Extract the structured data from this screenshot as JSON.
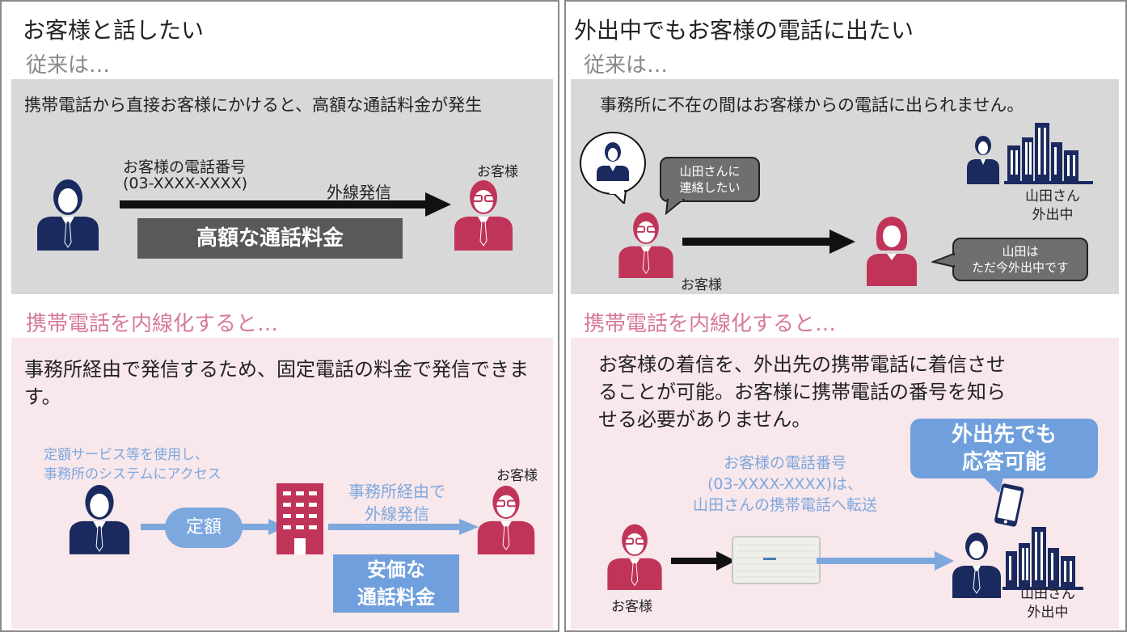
{
  "left": {
    "title": "お客様と話したい",
    "before_label": "従来は…",
    "before_desc": "携帯電話から直接お客様にかけると、高額な通話料金が発生",
    "number_label_1": "お客様の電話番号",
    "number_label_2": "(03-XXXX-XXXX)",
    "outgoing_label": "外線発信",
    "customer_label_top": "お客様",
    "expensive_banner": "高額な通話料金",
    "after_label": "携帯電話を内線化すると…",
    "after_desc": "事務所経由で発信するため、固定電話の料金で発信できます。",
    "service_note_1": "定額サービス等を使用し、",
    "service_note_2": "事務所のシステムにアクセス",
    "flat_rate_pill": "定額",
    "via_office_1": "事務所経由で",
    "via_office_2": "外線発信",
    "customer_label_bottom": "お客様",
    "cheap_banner_1": "安価な",
    "cheap_banner_2": "通話料金"
  },
  "right": {
    "title": "外出中でもお客様の電話に出たい",
    "before_label": "従来は…",
    "before_desc": "事務所に不在の間はお客様からの電話に出られません。",
    "bubble_customer_1": "山田さんに",
    "bubble_customer_2": "連絡したい",
    "yamada_out_1": "山田さん",
    "yamada_out_2": "外出中",
    "customer_label_mid": "お客様",
    "bubble_staff_1": "山田は",
    "bubble_staff_2": "ただ今外出中です",
    "after_label": "携帯電話を内線化すると…",
    "after_desc_1": "お客様の着信を、外出先の携帯電話に着信させ",
    "after_desc_2": "ることが可能。お客様に携帯電話の番号を知ら",
    "after_desc_3": "せる必要がありません。",
    "callout_1": "外出先でも",
    "callout_2": "応答可能",
    "forward_note_1": "お客様の電話番号",
    "forward_note_2": "(03-XXXX-XXXX)は、",
    "forward_note_3": "山田さんの携帯電話へ転送",
    "customer_label_bottom": "お客様",
    "yamada_bottom_1": "山田さん",
    "yamada_bottom_2": "外出中"
  },
  "colors": {
    "navy": "#1b2a5e",
    "crimson": "#c0345a",
    "blue": "#7da8de",
    "gray_box": "#d8d8d8",
    "pink_box": "#f8e7eb",
    "pink_text": "#d77a95"
  }
}
